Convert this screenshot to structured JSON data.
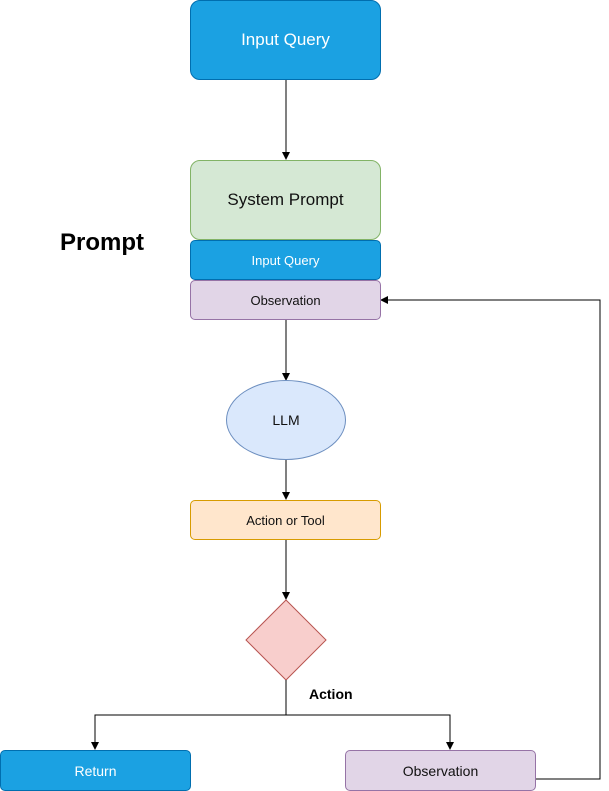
{
  "labels": {
    "input_query_top": "Input Query",
    "system_prompt": "System Prompt",
    "prompt_title": "Prompt",
    "input_query_inner": "Input Query",
    "observation_inner": "Observation",
    "llm": "LLM",
    "action_or_tool": "Action or Tool",
    "action": "Action",
    "return": "Return",
    "observation_branch": "Observation"
  },
  "colors": {
    "blue_fill": "#1ba1e2",
    "blue_stroke": "#006eaf",
    "green_fill": "#d5e8d4",
    "green_stroke": "#82b366",
    "purple_fill": "#e1d5e7",
    "purple_stroke": "#9673a6",
    "orange_fill": "#ffe6cc",
    "orange_stroke": "#d79b00",
    "ellipse_fill": "#dae8fc",
    "ellipse_stroke": "#6c8ebf",
    "diamond_fill": "#f8cecc",
    "diamond_stroke": "#b85450",
    "edge": "#000000"
  }
}
